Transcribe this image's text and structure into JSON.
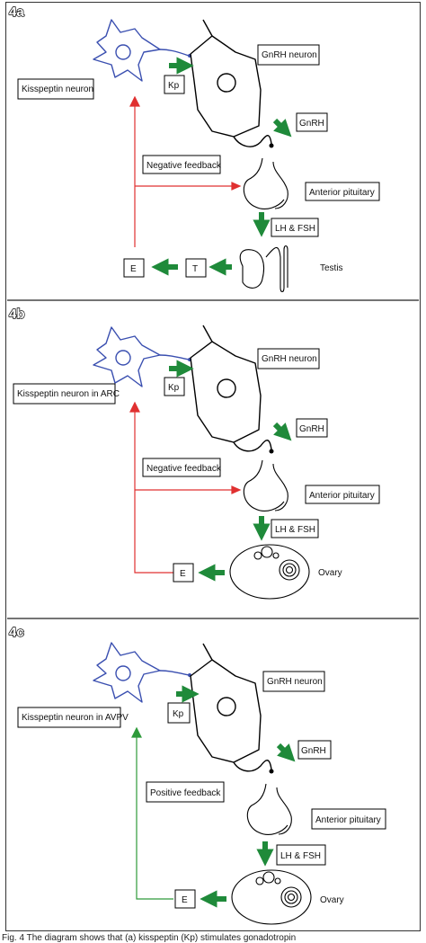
{
  "panels": [
    {
      "id": "4a",
      "kisspeptin_label": "Kisspeptin neuron",
      "gnrh_neuron_label": "GnRH neuron",
      "kp_label": "Kp",
      "gnrh_label": "GnRH",
      "feedback_label": "Negative feedback",
      "pituitary_label": "Anterior pituitary",
      "lh_fsh_label": "LH & FSH",
      "t_label": "T",
      "e_label": "E",
      "gonad_label": "Testis",
      "feedback_color": "#e03030"
    },
    {
      "id": "4b",
      "kisspeptin_label": "Kisspeptin neuron in ARC",
      "gnrh_neuron_label": "GnRH neuron",
      "kp_label": "Kp",
      "gnrh_label": "GnRH",
      "feedback_label": "Negative feedback",
      "pituitary_label": "Anterior pituitary",
      "lh_fsh_label": "LH & FSH",
      "e_label": "E",
      "gonad_label": "Ovary",
      "feedback_color": "#e03030"
    },
    {
      "id": "4c",
      "kisspeptin_label": "Kisspeptin neuron in AVPV",
      "gnrh_neuron_label": "GnRH neuron",
      "kp_label": "Kp",
      "gnrh_label": "GnRH",
      "feedback_label": "Positive feedback",
      "pituitary_label": "Anterior pituitary",
      "lh_fsh_label": "LH & FSH",
      "e_label": "E",
      "gonad_label": "Ovary",
      "feedback_color": "#2e9a3a"
    }
  ],
  "colors": {
    "kisspeptin_neuron": "#3a4fb0",
    "green_arrow": "#1f8a3a",
    "outline": "#000000"
  },
  "caption": "Fig. 4 The diagram shows that (a) kisspeptin (Kp) stimulates gonadotropin"
}
